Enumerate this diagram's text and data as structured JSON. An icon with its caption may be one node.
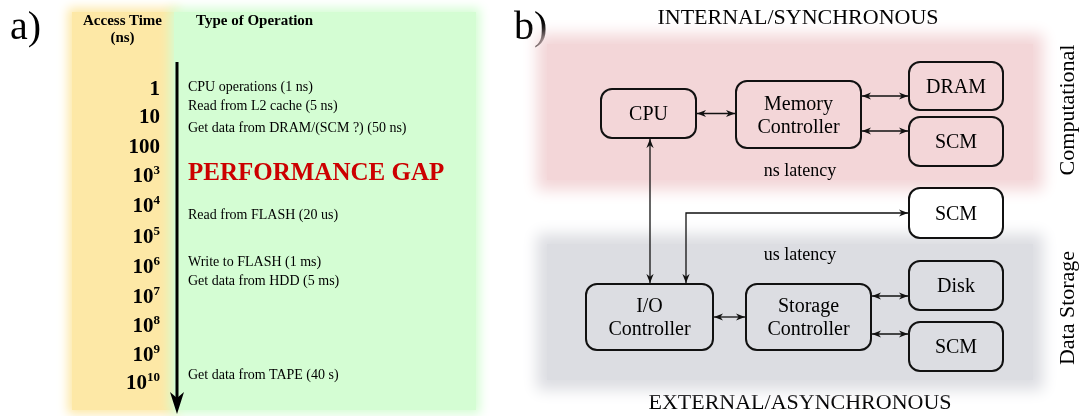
{
  "diagram": {
    "nodes": [
      {
        "text": [
          "ns latency"
        ],
        "beside": [
          "Computational"
        ]
      },
      {
        "text": [
          "CPU"
        ],
        "in": 0
      },
      {
        "text": [
          "Memory Controller"
        ],
        "in": 0
      },
      {
        "text": [
          "DRAM"
        ],
        "in": 0
      },
      {
        "text": [
          "SCM"
        ],
        "in": 0
      },
      {
        "text": [
          "SCM"
        ]
      },
      {
        "text": [
          "us latency"
        ],
        "beside": [
          "Data Storage"
        ]
      },
      {
        "text": [
          "I/O Controller"
        ],
        "in": 6
      },
      {
        "text": [
          "Storage Controller"
        ],
        "in": 6
      },
      {
        "text": [
          "Disk"
        ],
        "in": 6
      },
      {
        "text": [
          "SCM"
        ],
        "in": 6
      }
    ],
    "edges": [
      {
        "from": 1,
        "to": 2,
        "arrow": "both"
      },
      {
        "from": 2,
        "to": 3,
        "arrow": "both"
      },
      {
        "from": 2,
        "to": 4,
        "arrow": "both"
      },
      {
        "from": 1,
        "to": 7,
        "arrow": "both"
      },
      {
        "from": 7,
        "to": 5,
        "arrow": "both"
      },
      {
        "from": 7,
        "to": 8,
        "arrow": "both"
      },
      {
        "from": 8,
        "to": 9,
        "arrow": "both"
      },
      {
        "from": 8,
        "to": 10,
        "arrow": "both"
      }
    ],
    "labels": [
      "a)",
      "Access Time (ns)",
      "Type of Operation",
      "1",
      "CPU operations (1 ns)",
      "Read from L2 cache (5 ns)",
      "10",
      "Get data from DRAM/(SCM ?) (50 ns)",
      "100",
      "10$^{3}$",
      "PERFORMANCE GAP",
      "10$^{4}$",
      "Read from FLASH (20 us)",
      "10$^{5}$",
      "10$^{6}$",
      "Write to FLASH (1 ms)",
      "Get data from HDD (5 ms)",
      "10$^{7}$",
      "10$^{8}$",
      "10$^{9}$",
      "10$^{10}$",
      "Get data from TAPE (40 s)",
      "b)",
      "INTERNAL/SYNCHRONOUS",
      "EXTERNAL/ASYNCHRONOUS"
    ]
  }
}
